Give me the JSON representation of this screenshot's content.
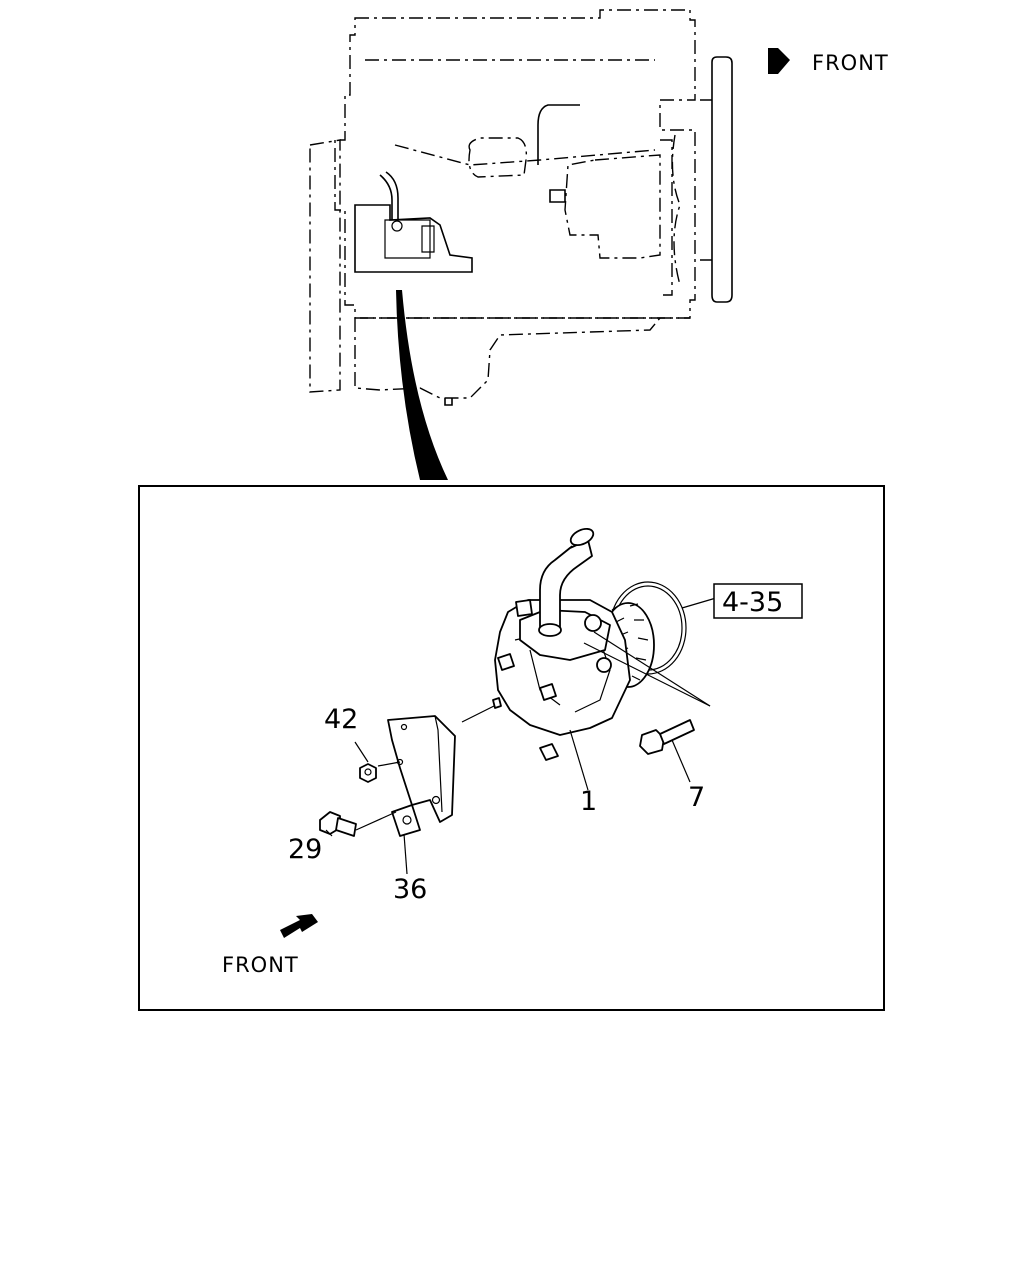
{
  "overview": {
    "front_label": "FRONT"
  },
  "detail": {
    "front_label": "FRONT",
    "reference_label": "4-35",
    "callouts": {
      "pump": "1",
      "bolt_7": "7",
      "nut_42": "42",
      "bolt_29": "29",
      "clip_36": "36"
    }
  }
}
